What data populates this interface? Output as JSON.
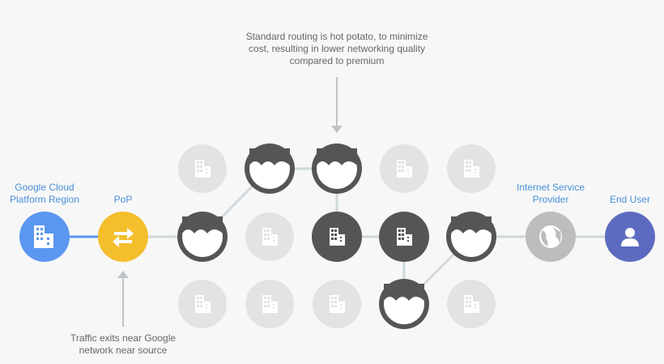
{
  "annotations": {
    "top": [
      "Standard routing is hot potato, to minimize",
      "cost, resulting in lower networking quality",
      "compared to premium"
    ],
    "bottom": [
      "Traffic exits near Google",
      "network near source"
    ]
  },
  "labels": {
    "gcp_region": [
      "Google Cloud",
      "Platform Region"
    ],
    "pop": "PoP",
    "isp": [
      "Internet Service",
      "Provider"
    ],
    "end_user": "End User"
  },
  "colors": {
    "background": "#f7f7f7",
    "gcp_blue": "#5b97f0",
    "pop_yellow": "#f4be2c",
    "dark_node": "#555555",
    "light_node": "#e3e3e3",
    "isp_gray": "#bdbdbd",
    "end_user_purple": "#5c6bc0",
    "connector": "#cfd8dc",
    "arrow": "#bdc3c7"
  },
  "icons": {
    "gcp_region": "building-icon",
    "pop": "swap-arrows-icon",
    "isp": "globe-icon",
    "end_user": "person-icon",
    "dark_node": "ocean-wave-icon",
    "datacenter": "building-icon"
  }
}
